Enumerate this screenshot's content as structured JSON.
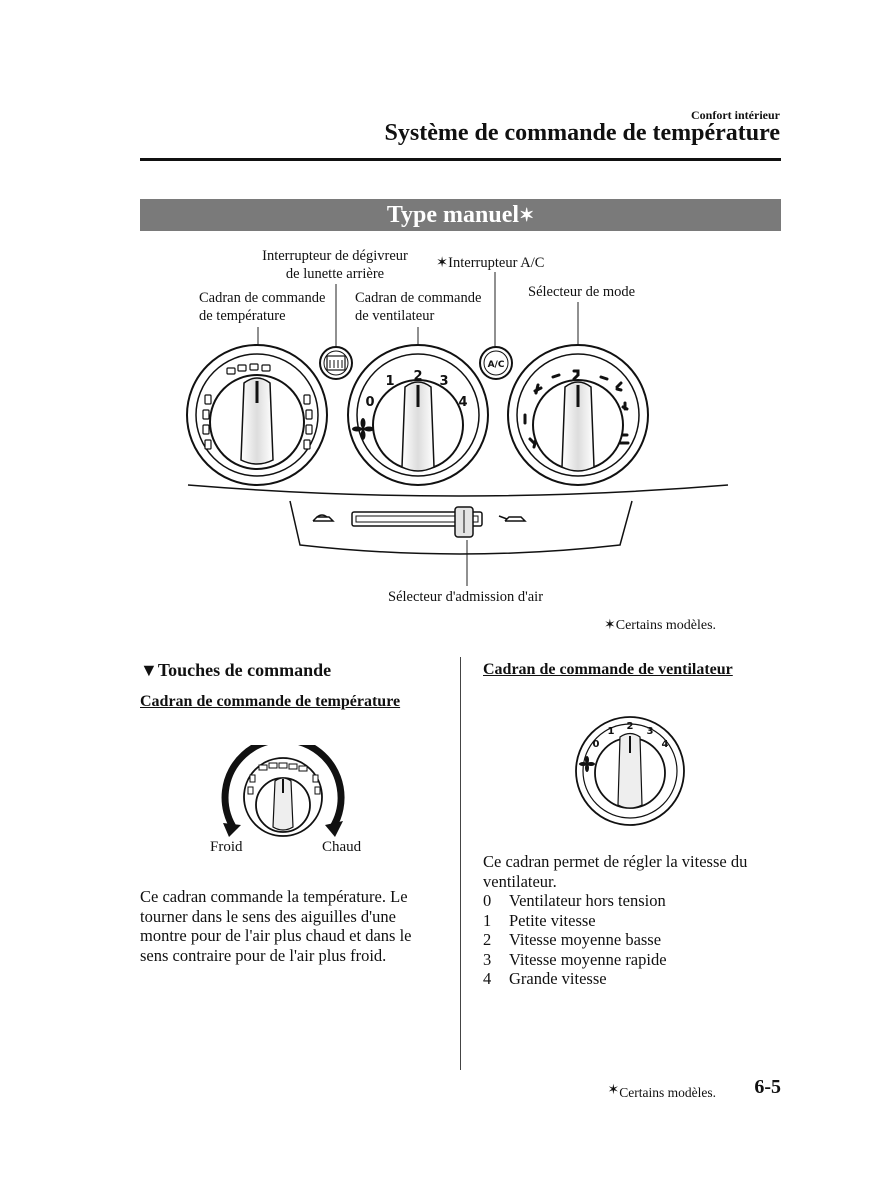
{
  "header": {
    "section": "Confort intérieur",
    "title": "Système de commande de température"
  },
  "banner": {
    "title": "Type manuel",
    "mark": "✶"
  },
  "figure": {
    "labels": {
      "rear_defrost": [
        "Interrupteur de dégivreur",
        "de lunette arrière"
      ],
      "ac_switch": "✶Interrupteur A/C",
      "temp_dial": [
        "Cadran de commande",
        "de température"
      ],
      "fan_dial": [
        "Cadran de commande",
        "de ventilateur"
      ],
      "mode_selector": "Sélecteur de mode",
      "air_intake": "Sélecteur d'admission d'air"
    },
    "fan_numbers": [
      "0",
      "1",
      "2",
      "3",
      "4"
    ],
    "ac_button_text": "A/C",
    "note": "✶Certains modèles."
  },
  "controls": {
    "heading": "▼Touches de commande",
    "temp": {
      "title": "Cadran de commande de température",
      "cold": "Froid",
      "hot": "Chaud",
      "text": [
        "Ce cadran commande la température. Le",
        "tourner dans le sens des aiguilles d'une",
        "montre pour de l'air plus chaud et dans le",
        "sens contraire pour de l'air plus froid."
      ]
    },
    "fan": {
      "title": "Cadran de commande de ventilateur",
      "numbers": [
        "0",
        "1",
        "2",
        "3",
        "4"
      ],
      "text": [
        "Ce cadran permet de régler la vitesse du",
        "ventilateur."
      ],
      "speeds": [
        {
          "num": "0",
          "label": "Ventilateur hors tension"
        },
        {
          "num": "1",
          "label": "Petite vitesse"
        },
        {
          "num": "2",
          "label": "Vitesse moyenne basse"
        },
        {
          "num": "3",
          "label": "Vitesse moyenne rapide"
        },
        {
          "num": "4",
          "label": "Grande vitesse"
        }
      ]
    }
  },
  "footer": {
    "star": "✶",
    "note": "Certains modèles.",
    "page": "6-5"
  }
}
